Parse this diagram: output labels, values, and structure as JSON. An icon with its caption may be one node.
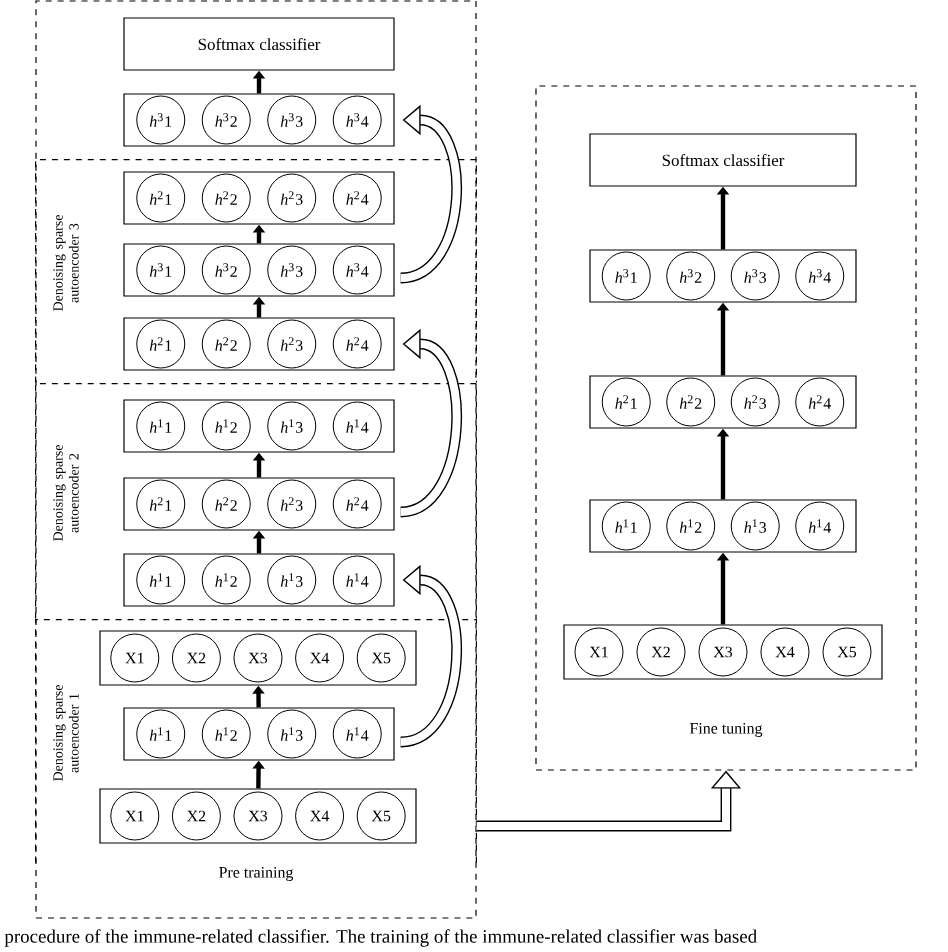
{
  "diagram": {
    "caption": "procedure of the immune-related classifier. The training of the immune-related classifier was based",
    "nodes": [
      {
        "text": [
          "Pre training"
        ]
      },
      {
        "text": [
          "Softmax classifier"
        ],
        "in": 0
      },
      {
        "text": [],
        "shape": "box",
        "in": 0
      },
      {
        "text": [
          "*h*$^{3}$1"
        ],
        "in": 2
      },
      {
        "text": [
          "*h*$^{3}$2"
        ],
        "in": 2
      },
      {
        "text": [
          "*h*$^{3}$3"
        ],
        "in": 2
      },
      {
        "text": [
          "*h*$^{3}$4"
        ],
        "in": 2
      },
      {
        "text": [
          "Denoising sparse autoencoder 3"
        ],
        "in": 0
      },
      {
        "text": [],
        "shape": "box",
        "in": 7
      },
      {
        "text": [
          "*h*$^{2}$1"
        ],
        "in": 8
      },
      {
        "text": [
          "*h*$^{2}$2"
        ],
        "in": 8
      },
      {
        "text": [
          "*h*$^{2}$3"
        ],
        "in": 8
      },
      {
        "text": [
          "*h*$^{2}$4"
        ],
        "in": 8
      },
      {
        "text": [],
        "shape": "box",
        "in": 7
      },
      {
        "text": [
          "*h*$^{3}$1"
        ],
        "in": 13
      },
      {
        "text": [
          "*h*$^{3}$2"
        ],
        "in": 13
      },
      {
        "text": [
          "*h*$^{3}$3"
        ],
        "in": 13
      },
      {
        "text": [
          "*h*$^{3}$4"
        ],
        "in": 13
      },
      {
        "text": [],
        "shape": "box",
        "in": 7
      },
      {
        "text": [
          "*h*$^{2}$1"
        ],
        "in": 18
      },
      {
        "text": [
          "*h*$^{2}$2"
        ],
        "in": 18
      },
      {
        "text": [
          "*h*$^{2}$3"
        ],
        "in": 18
      },
      {
        "text": [
          "*h*$^{2}$4"
        ],
        "in": 18
      },
      {
        "text": [
          "Denoising sparse autoencoder 2"
        ],
        "in": 0
      },
      {
        "text": [],
        "shape": "box",
        "in": 23
      },
      {
        "text": [
          "*h*$^{1}$1"
        ],
        "in": 24
      },
      {
        "text": [
          "*h*$^{1}$2"
        ],
        "in": 24
      },
      {
        "text": [
          "*h*$^{1}$3"
        ],
        "in": 24
      },
      {
        "text": [
          "*h*$^{1}$4"
        ],
        "in": 24
      },
      {
        "text": [],
        "shape": "box",
        "in": 23
      },
      {
        "text": [
          "*h*$^{2}$1"
        ],
        "in": 29
      },
      {
        "text": [
          "*h*$^{2}$2"
        ],
        "in": 29
      },
      {
        "text": [
          "*h*$^{2}$3"
        ],
        "in": 29
      },
      {
        "text": [
          "*h*$^{2}$4"
        ],
        "in": 29
      },
      {
        "text": [],
        "shape": "box",
        "in": 23
      },
      {
        "text": [
          "*h*$^{1}$1"
        ],
        "in": 34
      },
      {
        "text": [
          "*h*$^{1}$2"
        ],
        "in": 34
      },
      {
        "text": [
          "*h*$^{1}$3"
        ],
        "in": 34
      },
      {
        "text": [
          "*h*$^{1}$4"
        ],
        "in": 34
      },
      {
        "text": [
          "Denoising sparse autoencoder 1"
        ],
        "in": 0
      },
      {
        "text": [],
        "shape": "box",
        "in": 39
      },
      {
        "text": [
          "X1"
        ],
        "in": 40
      },
      {
        "text": [
          "X2"
        ],
        "in": 40
      },
      {
        "text": [
          "X3"
        ],
        "in": 40
      },
      {
        "text": [
          "X4"
        ],
        "in": 40
      },
      {
        "text": [
          "X5"
        ],
        "in": 40
      },
      {
        "text": [],
        "shape": "box",
        "in": 39
      },
      {
        "text": [
          "*h*$^{1}$1"
        ],
        "in": 46
      },
      {
        "text": [
          "*h*$^{1}$2"
        ],
        "in": 46
      },
      {
        "text": [
          "*h*$^{1}$3"
        ],
        "in": 46
      },
      {
        "text": [
          "*h*$^{1}$4"
        ],
        "in": 46
      },
      {
        "text": [],
        "shape": "box",
        "in": 39
      },
      {
        "text": [
          "X1"
        ],
        "in": 51
      },
      {
        "text": [
          "X2"
        ],
        "in": 51
      },
      {
        "text": [
          "X3"
        ],
        "in": 51
      },
      {
        "text": [
          "X4"
        ],
        "in": 51
      },
      {
        "text": [
          "X5"
        ],
        "in": 51
      },
      {
        "text": [
          "Fine tuning"
        ]
      },
      {
        "text": [
          "Softmax classifier"
        ],
        "in": 57
      },
      {
        "text": [],
        "shape": "box",
        "in": 57
      },
      {
        "text": [
          "*h*$^{3}$1"
        ],
        "in": 59
      },
      {
        "text": [
          "*h*$^{3}$2"
        ],
        "in": 59
      },
      {
        "text": [
          "*h*$^{3}$3"
        ],
        "in": 59
      },
      {
        "text": [
          "*h*$^{3}$4"
        ],
        "in": 59
      },
      {
        "text": [],
        "shape": "box",
        "in": 57
      },
      {
        "text": [
          "*h*$^{2}$1"
        ],
        "in": 64
      },
      {
        "text": [
          "*h*$^{2}$2"
        ],
        "in": 64
      },
      {
        "text": [
          "*h*$^{2}$3"
        ],
        "in": 64
      },
      {
        "text": [
          "*h*$^{2}$4"
        ],
        "in": 64
      },
      {
        "text": [],
        "shape": "box",
        "in": 57
      },
      {
        "text": [
          "*h*$^{1}$1"
        ],
        "in": 69
      },
      {
        "text": [
          "*h*$^{1}$2"
        ],
        "in": 69
      },
      {
        "text": [
          "*h*$^{1}$3"
        ],
        "in": 69
      },
      {
        "text": [
          "*h*$^{1}$4"
        ],
        "in": 69
      },
      {
        "text": [],
        "shape": "box",
        "in": 57
      },
      {
        "text": [
          "X1"
        ],
        "in": 74
      },
      {
        "text": [
          "X2"
        ],
        "in": 74
      },
      {
        "text": [
          "X3"
        ],
        "in": 74
      },
      {
        "text": [
          "X4"
        ],
        "in": 74
      },
      {
        "text": [
          "X5"
        ],
        "in": 74
      }
    ],
    "edges": [
      {
        "from": 2,
        "to": 1,
        "arrow": "to"
      },
      {
        "from": 13,
        "to": 8,
        "arrow": "to"
      },
      {
        "from": 18,
        "to": 13,
        "arrow": "to"
      },
      {
        "from": 29,
        "to": 24,
        "arrow": "to"
      },
      {
        "from": 34,
        "to": 29,
        "arrow": "to"
      },
      {
        "from": 46,
        "to": 40,
        "arrow": "to"
      },
      {
        "from": 51,
        "to": 46,
        "arrow": "to"
      },
      {
        "from": 13,
        "to": 2,
        "arrow": "to",
        "style": "thick"
      },
      {
        "from": 29,
        "to": 18,
        "arrow": "to",
        "style": "thick"
      },
      {
        "from": 46,
        "to": 34,
        "arrow": "to",
        "style": "thick"
      },
      {
        "from": 74,
        "to": 69,
        "arrow": "to"
      },
      {
        "from": 69,
        "to": 64,
        "arrow": "to"
      },
      {
        "from": 64,
        "to": 59,
        "arrow": "to"
      },
      {
        "from": 59,
        "to": 58,
        "arrow": "to"
      },
      {
        "from": 0,
        "to": 57,
        "arrow": "to",
        "style": "thick"
      }
    ]
  }
}
